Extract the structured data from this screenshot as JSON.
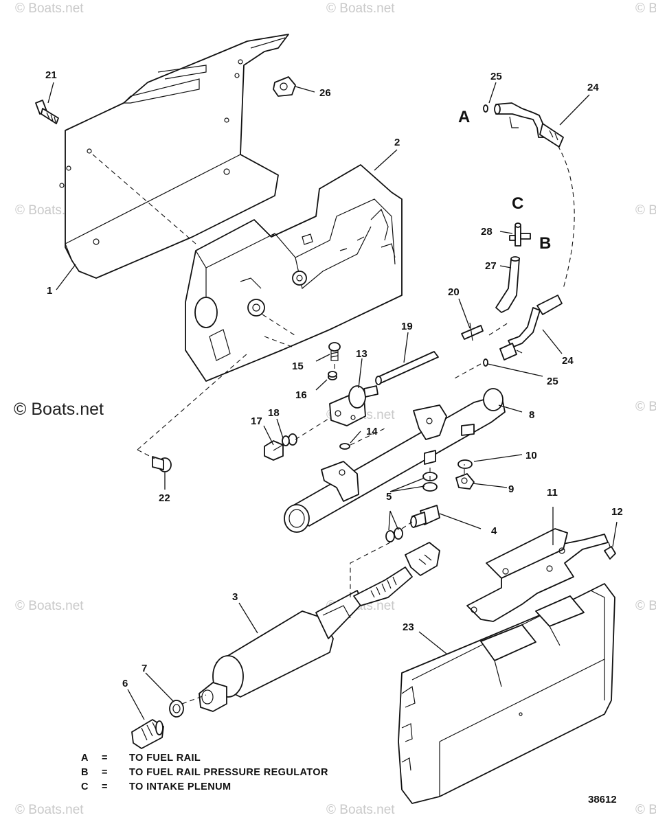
{
  "watermark": {
    "text": "© Boats.net"
  },
  "callouts": {
    "n1": "1",
    "n2": "2",
    "n3": "3",
    "n4": "4",
    "n5": "5",
    "n6": "6",
    "n7": "7",
    "n8": "8",
    "n9": "9",
    "n10": "10",
    "n11": "11",
    "n12": "12",
    "n13": "13",
    "n14": "14",
    "n15": "15",
    "n16": "16",
    "n17": "17",
    "n18": "18",
    "n19": "19",
    "n20": "20",
    "n21": "21",
    "n22": "22",
    "n23": "23",
    "n24a": "24",
    "n24b": "24",
    "n25a": "25",
    "n25b": "25",
    "n26": "26",
    "n27": "27",
    "n28": "28"
  },
  "connections": {
    "a": "A",
    "b": "B",
    "c": "C"
  },
  "legend": [
    {
      "key": "A",
      "eq": "=",
      "text": "TO FUEL RAIL"
    },
    {
      "key": "B",
      "eq": "=",
      "text": "TO FUEL RAIL PRESSURE REGULATOR"
    },
    {
      "key": "C",
      "eq": "=",
      "text": "TO INTAKE PLENUM"
    }
  ],
  "doc_number": "38612",
  "icons": [
    "copyright-icon"
  ]
}
